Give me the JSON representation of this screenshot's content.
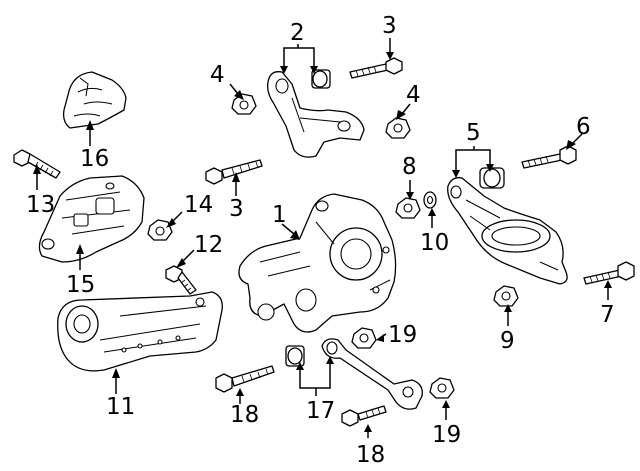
{
  "diagram": {
    "callouts": [
      "1",
      "2",
      "3",
      "3",
      "4",
      "4",
      "5",
      "6",
      "7",
      "8",
      "9",
      "10",
      "11",
      "12",
      "13",
      "14",
      "15",
      "16",
      "17",
      "18",
      "18",
      "19",
      "19"
    ],
    "colors": {
      "line": "#000000",
      "background": "#ffffff"
    }
  }
}
